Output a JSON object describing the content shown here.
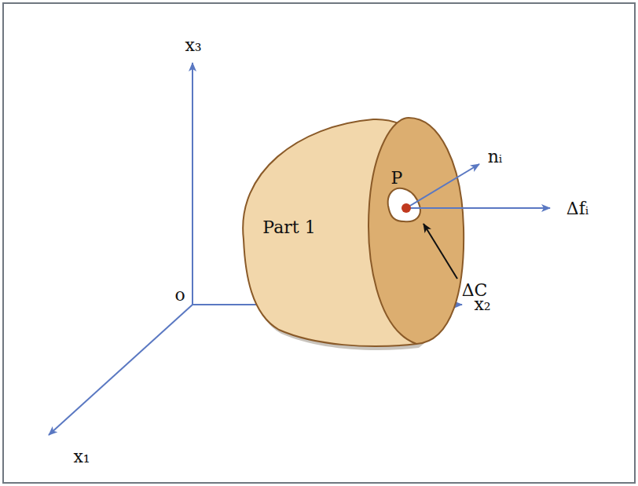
{
  "diagram": {
    "labels": [
      "x₃",
      "x₂",
      "x₁",
      "o",
      "Part 1",
      "P",
      "nᵢ",
      "Δfᵢ",
      "ΔC"
    ]
  }
}
